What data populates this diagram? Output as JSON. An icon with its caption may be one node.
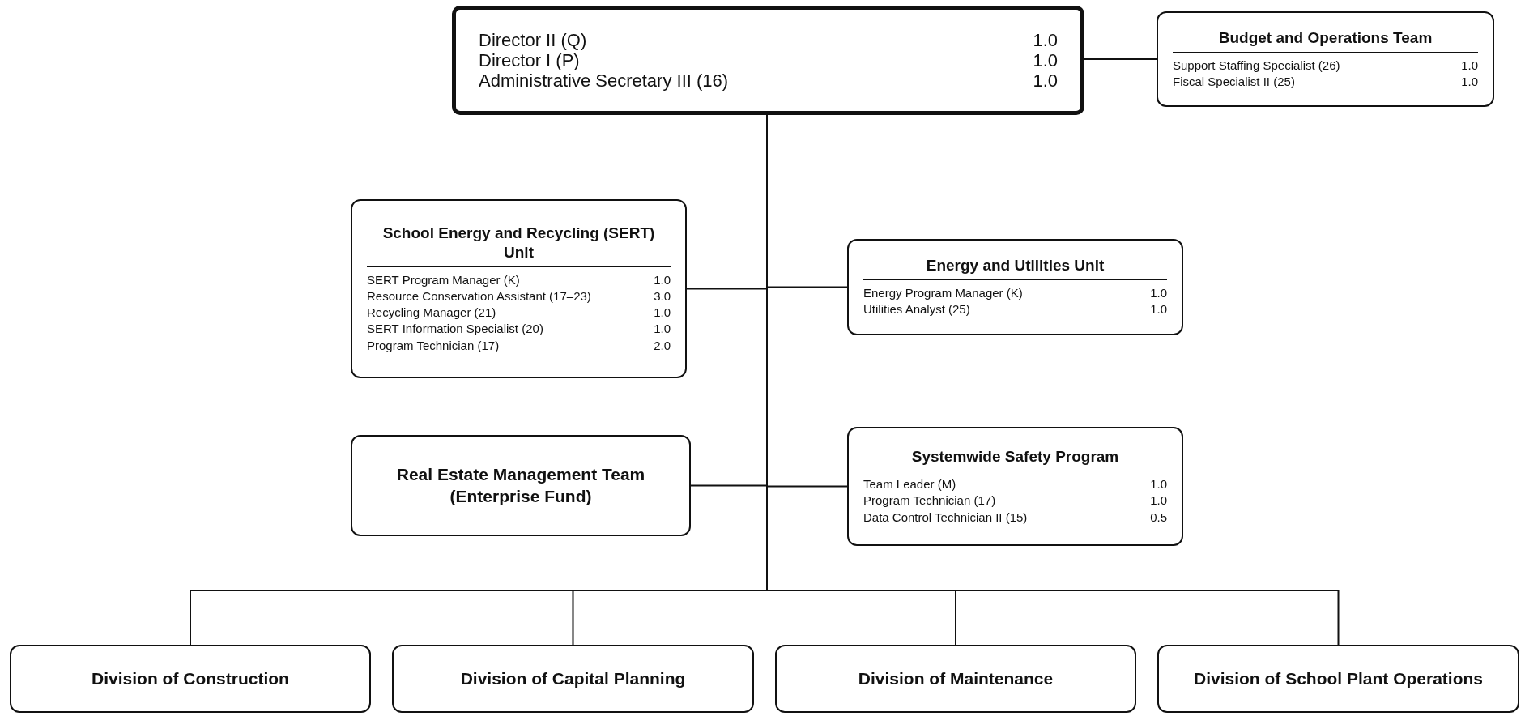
{
  "diagram": {
    "nodes": [
      {
        "text": [
          "Director II (Q)",
          "1.0",
          "Director I (P)",
          "1.0",
          "Administrative Secretary III (16)",
          "1.0"
        ]
      },
      {
        "text": [
          "Budget and Operations Team",
          "Support Staffing Specialist (26)",
          "1.0",
          "Fiscal Specialist II (25)",
          "1.0"
        ]
      },
      {
        "text": [
          "School Energy and Recycling (SERT) Unit",
          "SERT Program Manager (K)",
          "1.0",
          "Resource Conservation Assistant (17–23)",
          "3.0",
          "Recycling Manager (21)",
          "1.0",
          "SERT Information Specialist (20)",
          "1.0",
          "Program Technician (17)",
          "2.0"
        ]
      },
      {
        "text": [
          "Energy and Utilities Unit",
          "Energy Program Manager (K)",
          "1.0",
          "Utilities Analyst (25)",
          "1.0"
        ]
      },
      {
        "text": [
          "Real Estate Management Team (Enterprise Fund)"
        ]
      },
      {
        "text": [
          "Systemwide Safety Program",
          "Team Leader (M)",
          "1.0",
          "Program Technician (17)",
          "1.0",
          "Data Control Technician II (15)",
          "0.5"
        ]
      },
      {
        "text": [
          "Division of Construction"
        ]
      },
      {
        "text": [
          "Division of Capital Planning"
        ]
      },
      {
        "text": [
          "Division of Maintenance"
        ]
      },
      {
        "text": [
          "Division of School Plant Operations"
        ]
      }
    ],
    "edges": [
      {
        "from": 0,
        "to": 1,
        "arrow": "none"
      },
      {
        "from": 0,
        "to": 2,
        "arrow": "none"
      },
      {
        "from": 0,
        "to": 3,
        "arrow": "none"
      },
      {
        "from": 0,
        "to": 4,
        "arrow": "none"
      },
      {
        "from": 0,
        "to": 5,
        "arrow": "none"
      },
      {
        "from": 0,
        "to": 6,
        "arrow": "none"
      },
      {
        "from": 0,
        "to": 7,
        "arrow": "none"
      },
      {
        "from": 0,
        "to": 8,
        "arrow": "none"
      },
      {
        "from": 0,
        "to": 9,
        "arrow": "none"
      }
    ]
  }
}
